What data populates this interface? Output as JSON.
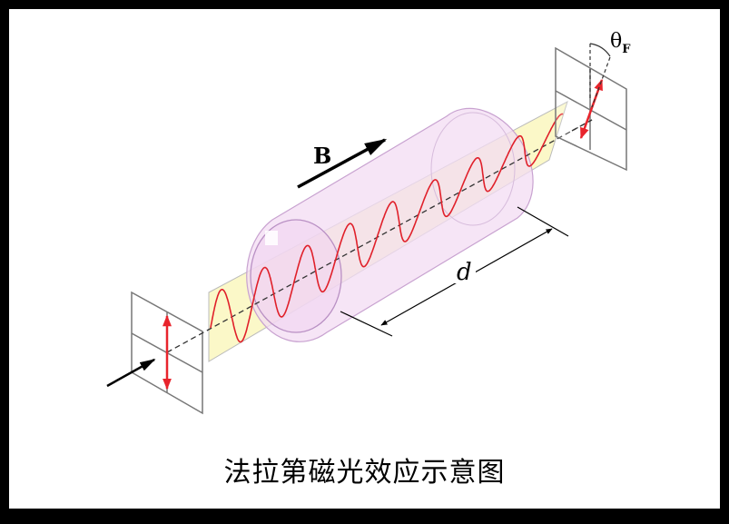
{
  "labels": {
    "magnetic_field": "B",
    "length": "d",
    "rotation_angle": "θ",
    "rotation_angle_sub": "F"
  },
  "caption": "法拉第磁光效应示意图",
  "colors": {
    "wave": "#e0202a",
    "polarization_arrow": "#e8242c",
    "medium_fill": "#f3dcf3",
    "medium_stroke": "#c8a2d0",
    "plane_fill": "#fbf8c8"
  }
}
